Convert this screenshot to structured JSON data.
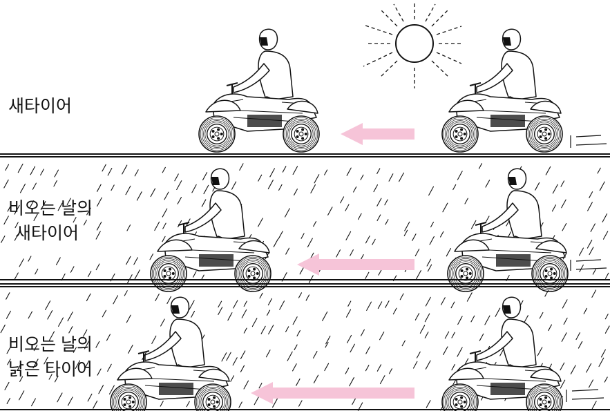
{
  "panels": [
    {
      "label": [
        "새타이어"
      ],
      "weather": "sunny"
    },
    {
      "label": [
        "비오는 날의",
        "새타이어"
      ],
      "weather": "rain"
    },
    {
      "label": [
        "비오는 날의",
        "낡은 타이어"
      ],
      "weather": "rain"
    }
  ],
  "colors": {
    "arrow": "#f6c4d8",
    "ink": "#111111"
  }
}
